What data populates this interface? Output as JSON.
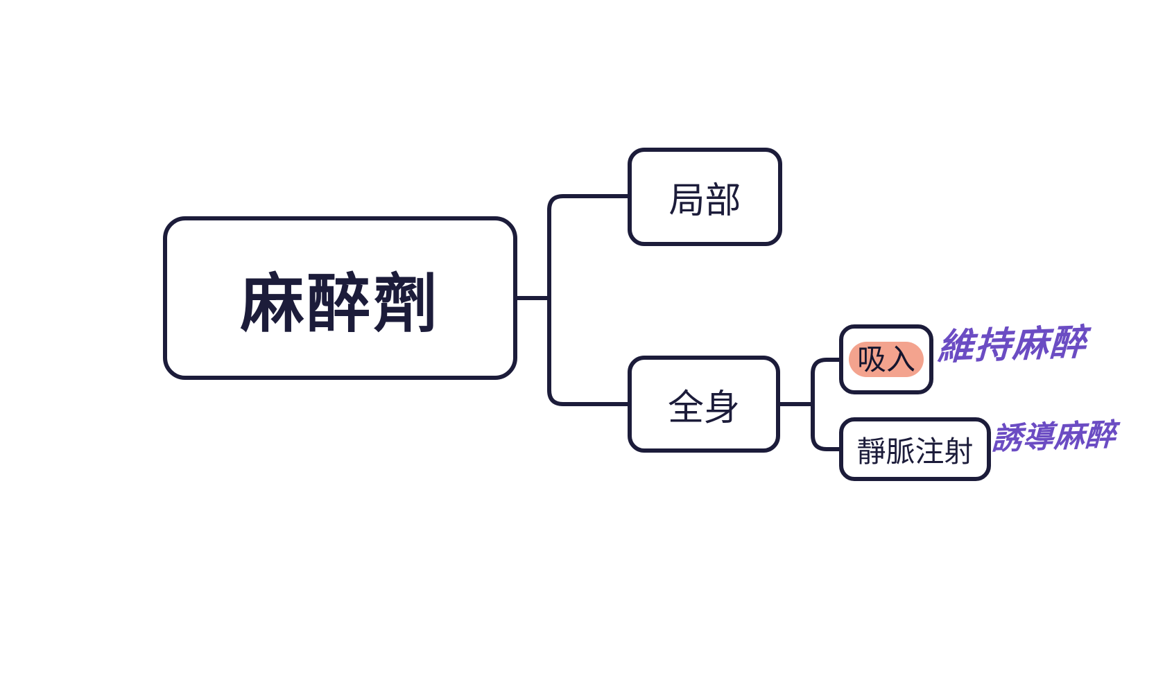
{
  "mindmap": {
    "root": {
      "label": "麻醉劑"
    },
    "branches": [
      {
        "id": "local",
        "label": "局部"
      },
      {
        "id": "general",
        "label": "全身",
        "children": [
          {
            "id": "inhalation",
            "label": "吸入",
            "highlighted": true,
            "annotation": "維持麻醉"
          },
          {
            "id": "iv-injection",
            "label": "靜脈注射",
            "highlighted": false,
            "annotation": "誘導麻醉"
          }
        ]
      }
    ],
    "colors": {
      "node_border": "#1c1c3a",
      "node_text": "#1c1c3a",
      "highlight": "#f3a38e",
      "highlight_text": "#15152e",
      "annotation_ink": "#6b4cc3",
      "background": "#ffffff"
    }
  }
}
